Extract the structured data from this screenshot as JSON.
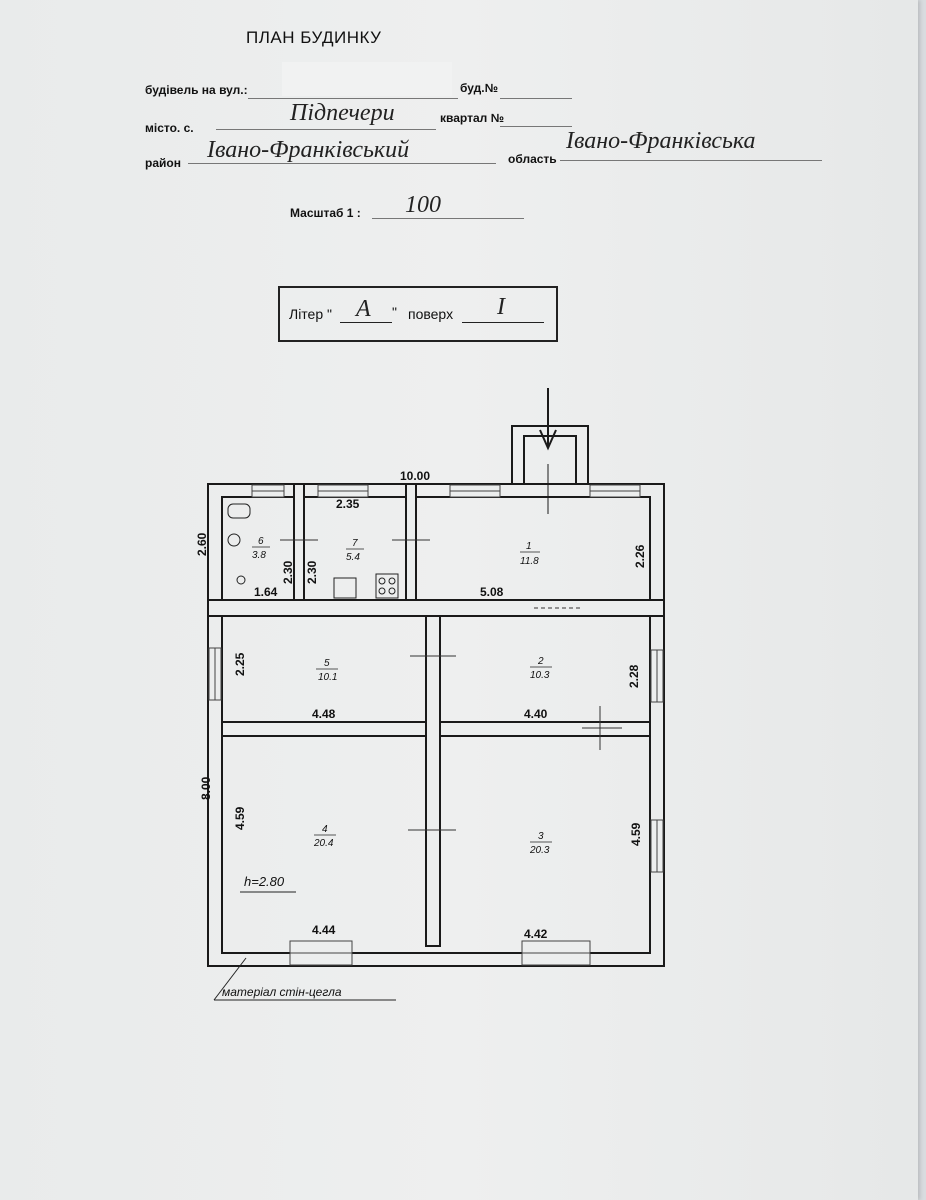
{
  "header": {
    "title": "ПЛАН БУДИНКУ",
    "street_label": "будівель на вул.:",
    "house_no_label": "буд.№",
    "city_label": "місто. с.",
    "city_value": "Підпечери",
    "block_label": "квартал №",
    "district_label": "район",
    "district_value": "Івано-Франківський",
    "region_label": "область",
    "region_value": "Івано-Франківська",
    "scale_label": "Масштаб 1 :",
    "scale_value": "100"
  },
  "stamp": {
    "letter_prefix": "Літер \"",
    "letter_value": "А",
    "letter_suffix": "\"",
    "floor_label": "поверх",
    "floor_value": "I"
  },
  "plan": {
    "dimensions": {
      "top_width": "10.00",
      "left_upper": "2.60",
      "left_total": "8.00",
      "room6_7_wall": "2.35",
      "room6_h": "2.30",
      "room7_h": "2.30",
      "room6_w": "1.64",
      "corridor": "5.08",
      "room1_h": "2.26",
      "room5_h": "2.25",
      "room2_h": "2.28",
      "room5_w": "4.48",
      "room2_w": "4.40",
      "room4_h": "4.59",
      "room3_h": "4.59",
      "room4_w": "4.44",
      "room3_w": "4.42"
    },
    "rooms": [
      {
        "num": "1",
        "area": "11.8"
      },
      {
        "num": "2",
        "area": "10.3"
      },
      {
        "num": "3",
        "area": "20.3"
      },
      {
        "num": "4",
        "area": "20.4"
      },
      {
        "num": "5",
        "area": "10.1"
      },
      {
        "num": "6",
        "area": "3.8"
      },
      {
        "num": "7",
        "area": "5.4"
      }
    ],
    "ceiling_height": "h=2.80",
    "material_note": "матеріал стін-цегла"
  }
}
